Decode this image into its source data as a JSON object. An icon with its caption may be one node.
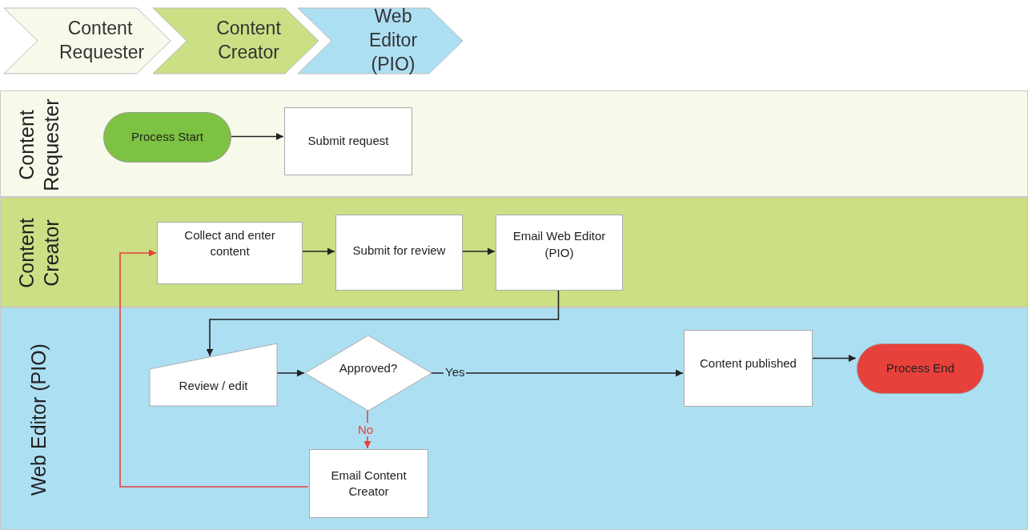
{
  "diagram": {
    "nodes": [
      {
        "text": [
          "Content Requester"
        ]
      },
      {
        "text": [
          "Content Creator"
        ]
      },
      {
        "text": [
          "Web Editor (PIO)"
        ]
      },
      {
        "text": [
          "Content Requester"
        ]
      },
      {
        "text": [
          "Content Creator"
        ]
      },
      {
        "text": [
          "Web Editor (PIO)"
        ]
      },
      {
        "text": [
          "Process Start"
        ],
        "in": 3
      },
      {
        "text": [
          "Submit request"
        ],
        "in": 3
      },
      {
        "text": [
          "Collect and enter content"
        ],
        "in": 4
      },
      {
        "text": [
          "Submit for review"
        ],
        "in": 4
      },
      {
        "text": [
          "Email Web Editor (PIO)"
        ],
        "in": 4
      },
      {
        "text": [
          "Review / edit"
        ],
        "in": 5
      },
      {
        "text": [
          "Approved?"
        ],
        "in": 5
      },
      {
        "text": [
          "Content published"
        ],
        "in": 5
      },
      {
        "text": [
          "Process End"
        ],
        "in": 5
      },
      {
        "text": [
          "Email Content Creator"
        ],
        "in": 5
      }
    ],
    "edges": [
      {
        "from": 6,
        "to": 7,
        "arrow": "to"
      },
      {
        "from": 8,
        "to": 9,
        "arrow": "to"
      },
      {
        "from": 9,
        "to": 10,
        "arrow": "to"
      },
      {
        "from": 10,
        "to": 11,
        "arrow": "to"
      },
      {
        "from": 11,
        "to": 12,
        "arrow": "to"
      },
      {
        "from": 12,
        "to": 13,
        "arrow": "to",
        "label": "Yes"
      },
      {
        "from": 13,
        "to": 14,
        "arrow": "to"
      },
      {
        "from": 12,
        "to": 15,
        "arrow": "to",
        "label": "No",
        "color": "#e8403a"
      },
      {
        "from": 15,
        "to": 8,
        "arrow": "to",
        "color": "#e8403a"
      }
    ]
  }
}
